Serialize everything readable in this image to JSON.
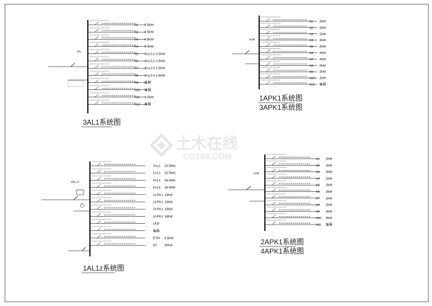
{
  "watermark": {
    "text": "土木在线",
    "sub": "CO188.COM"
  },
  "diagrams": {
    "d3al1": {
      "title": "3AL1系统图",
      "breaker_tag": "BSL",
      "feeders": [
        {
          "code": "n1",
          "load": "0.5kW"
        },
        {
          "code": "n2",
          "load": "0.5kW"
        },
        {
          "code": "n3",
          "load": "0.5kW"
        },
        {
          "code": "n4",
          "load": "0.5kW"
        },
        {
          "code": "n5",
          "load": "3AL3-1  4.5kW"
        },
        {
          "code": "n6",
          "load": "3AL3-2  4.5kW"
        },
        {
          "code": "n7",
          "load": "3AL3-3  4.5kW"
        },
        {
          "code": "n8",
          "load": "3AL3-4  1.5kW"
        },
        {
          "code": "n9",
          "load": "备用"
        },
        {
          "code": "n10",
          "load": "备用"
        },
        {
          "code": "n11",
          "load": "1.5kW"
        },
        {
          "code": "n12",
          "load": "备用"
        }
      ]
    },
    "d1apk1": {
      "title_a": "1APK1系统图",
      "title_b": "3APK1系统图",
      "breaker_tag": "HLBE",
      "feeders": [
        {
          "code": "n1",
          "load": "2kW"
        },
        {
          "code": "n2",
          "load": "2kW"
        },
        {
          "code": "n3",
          "load": "2kW"
        },
        {
          "code": "n4",
          "load": "2kW"
        },
        {
          "code": "n5",
          "load": "2kW"
        },
        {
          "code": "n6",
          "load": "2kW"
        },
        {
          "code": "n7",
          "load": "2kW"
        },
        {
          "code": "n8",
          "load": "2kW"
        },
        {
          "code": "n9",
          "load": "2kW"
        },
        {
          "code": "n10",
          "load": "2kW"
        },
        {
          "code": "n11",
          "load": "备用"
        }
      ]
    },
    "d1al1z": {
      "title": "1AL1z系统图",
      "meter_tag": "WBL-20",
      "feeders": [
        {
          "code": "3AL1",
          "load": "15.5kW"
        },
        {
          "code": "2AL1",
          "load": "15.5kW"
        },
        {
          "code": "3AL1",
          "load": "15.5kW"
        },
        {
          "code": "4AL1",
          "load": "15.5kW"
        },
        {
          "code": "1APK1",
          "load": "16kW"
        },
        {
          "code": "2APK1",
          "load": "16kW"
        },
        {
          "code": "3APK1",
          "load": "16kW"
        },
        {
          "code": "4APK1",
          "load": "16kW"
        },
        {
          "code": "LED",
          "load": ""
        },
        {
          "code": "备用",
          "load": ""
        },
        {
          "code": "ETM",
          "load": "4.5kW"
        },
        {
          "code": "DT",
          "load": "30kW"
        }
      ]
    },
    "d2apk1": {
      "title_a": "2APK1系统图",
      "title_b": "4APK1系统图",
      "breaker_tag": "HLBE",
      "feeders": [
        {
          "code": "n1",
          "load": "2kW"
        },
        {
          "code": "n2",
          "load": "2kW"
        },
        {
          "code": "n3",
          "load": "2kW"
        },
        {
          "code": "n4",
          "load": "2kW"
        },
        {
          "code": "n5",
          "load": "2kW"
        },
        {
          "code": "n6",
          "load": "2kW"
        },
        {
          "code": "n7",
          "load": "2kW"
        },
        {
          "code": "n8",
          "load": "2kW"
        },
        {
          "code": "n9",
          "load": "2kW"
        },
        {
          "code": "n10",
          "load": "2kW"
        },
        {
          "code": "n11",
          "load": "备用"
        }
      ]
    }
  }
}
